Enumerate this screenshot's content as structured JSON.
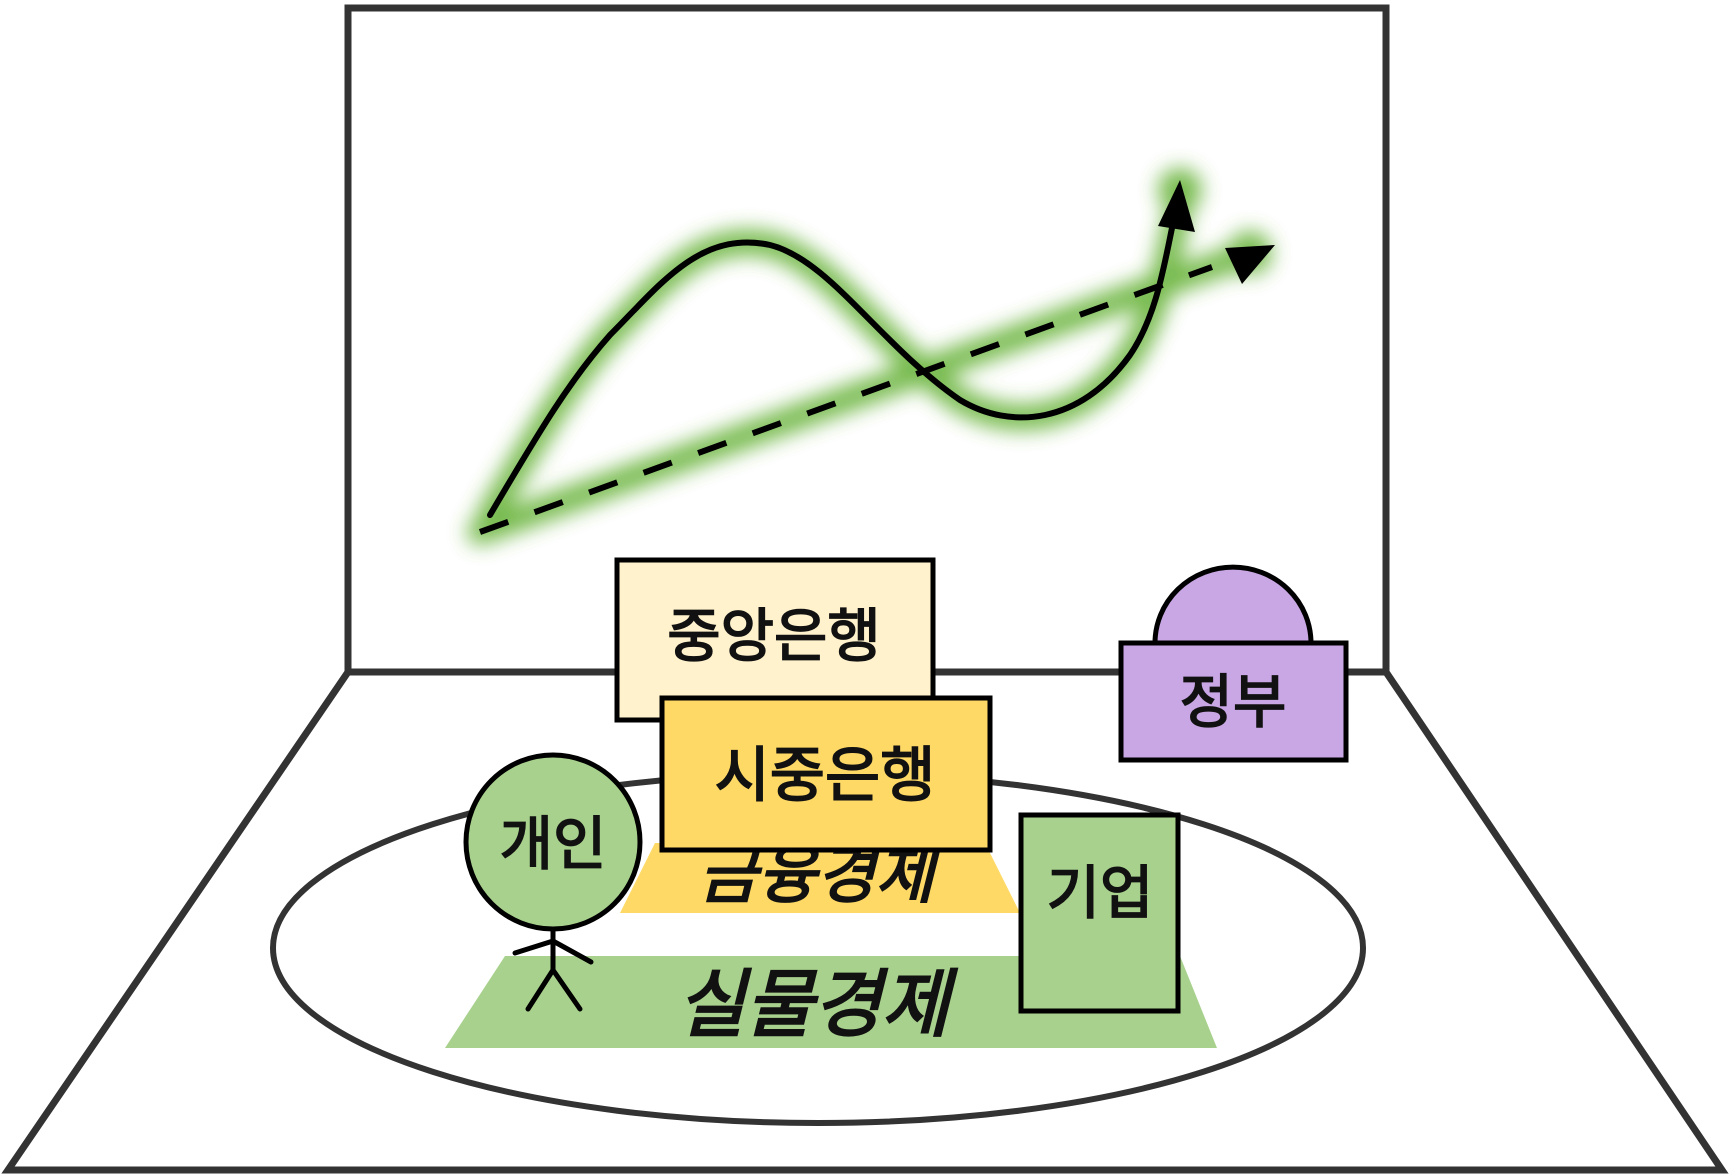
{
  "labels": {
    "central_bank": "중앙은행",
    "commercial_bank": "시중은행",
    "government": "정부",
    "individual": "개인",
    "company": "기업",
    "financial_economy": "금융경제",
    "real_economy": "실물경제"
  },
  "colors": {
    "outline": "#333333",
    "real_economy_green": "#a8d18d",
    "financial_yellow": "#ffd966",
    "central_bank_fill": "#fff2cc",
    "government_purple": "#c9a6e4",
    "trend_glow": "#5fae2e"
  },
  "icons": {
    "trend_curve": "cycle-curve-arrow-icon",
    "trend_line": "dashed-trend-arrow-icon",
    "person": "stick-figure-icon"
  }
}
